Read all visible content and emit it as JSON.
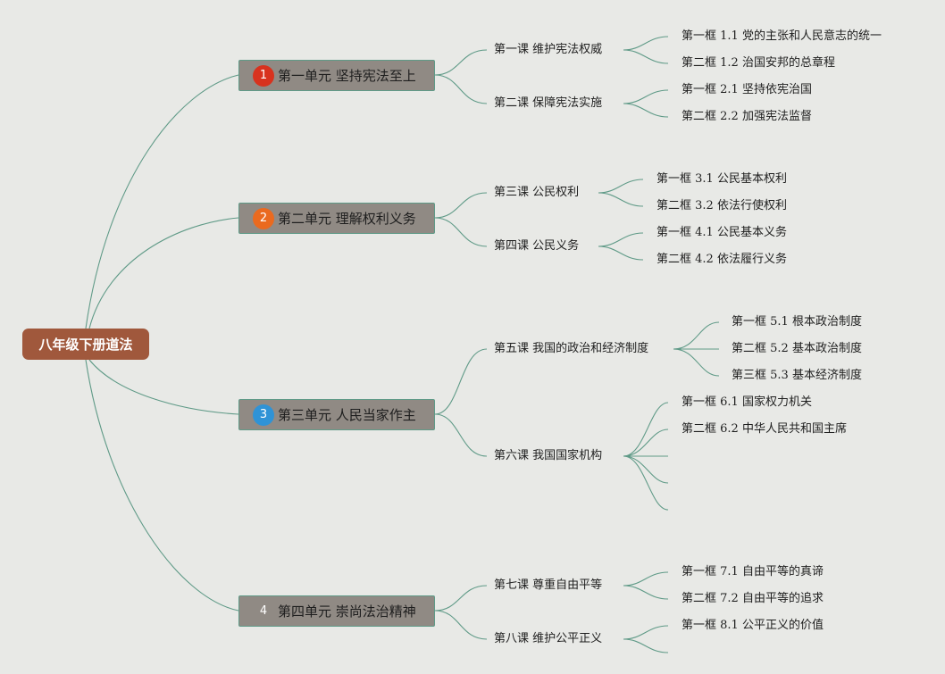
{
  "root": {
    "label": "八年级下册道法"
  },
  "units": [
    {
      "badge": "1",
      "badge_color": "#d8321e",
      "label": "第一单元 坚持宪法至上"
    },
    {
      "badge": "2",
      "badge_color": "#ea6a1f",
      "label": "第二单元 理解权利义务"
    },
    {
      "badge": "3",
      "badge_color": "#2f93d6",
      "label": "第三单元 人民当家作主"
    },
    {
      "badge": "4",
      "badge_color": "#908a84",
      "label": "第四单元 崇尚法治精神"
    }
  ],
  "lessons": [
    {
      "label": "第一课 维护宪法权威"
    },
    {
      "label": "第二课 保障宪法实施"
    },
    {
      "label": "第三课 公民权利"
    },
    {
      "label": "第四课 公民义务"
    },
    {
      "label": "第五课 我国的政治和经济制度"
    },
    {
      "label": "第六课 我国国家机构"
    },
    {
      "label": "第七课 尊重自由平等"
    },
    {
      "label": "第八课 维护公平正义"
    }
  ],
  "frames": [
    {
      "prefix": "第一框",
      "num": "1.1",
      "text": "党的主张和人民意志的统一"
    },
    {
      "prefix": "第二框",
      "num": "1.2",
      "text": "治国安邦的总章程"
    },
    {
      "prefix": "第一框",
      "num": "2.1",
      "text": "坚持依宪治国"
    },
    {
      "prefix": "第二框",
      "num": "2.2",
      "text": "加强宪法监督"
    },
    {
      "prefix": "第一框",
      "num": "3.1",
      "text": "公民基本权利"
    },
    {
      "prefix": "第二框",
      "num": "3.2",
      "text": "依法行使权利"
    },
    {
      "prefix": "第一框",
      "num": "4.1",
      "text": "公民基本义务"
    },
    {
      "prefix": "第二框",
      "num": "4.2",
      "text": "依法履行义务"
    },
    {
      "prefix": "第一框",
      "num": "5.1",
      "text": "根本政治制度"
    },
    {
      "prefix": "第二框",
      "num": "5.2",
      "text": "基本政治制度"
    },
    {
      "prefix": "第三框",
      "num": "5.3",
      "text": "基本经济制度"
    },
    {
      "prefix": "第一框",
      "num": "6.1",
      "text": "国家权力机关"
    },
    {
      "prefix": "第二框",
      "num": "6.2",
      "text": "中华人民共和国主席"
    },
    {
      "prefix": "第一框",
      "num": "7.1",
      "text": "自由平等的真谛"
    },
    {
      "prefix": "第二框",
      "num": "7.2",
      "text": "自由平等的追求"
    },
    {
      "prefix": "第一框",
      "num": "8.1",
      "text": "公平正义的价值"
    }
  ]
}
